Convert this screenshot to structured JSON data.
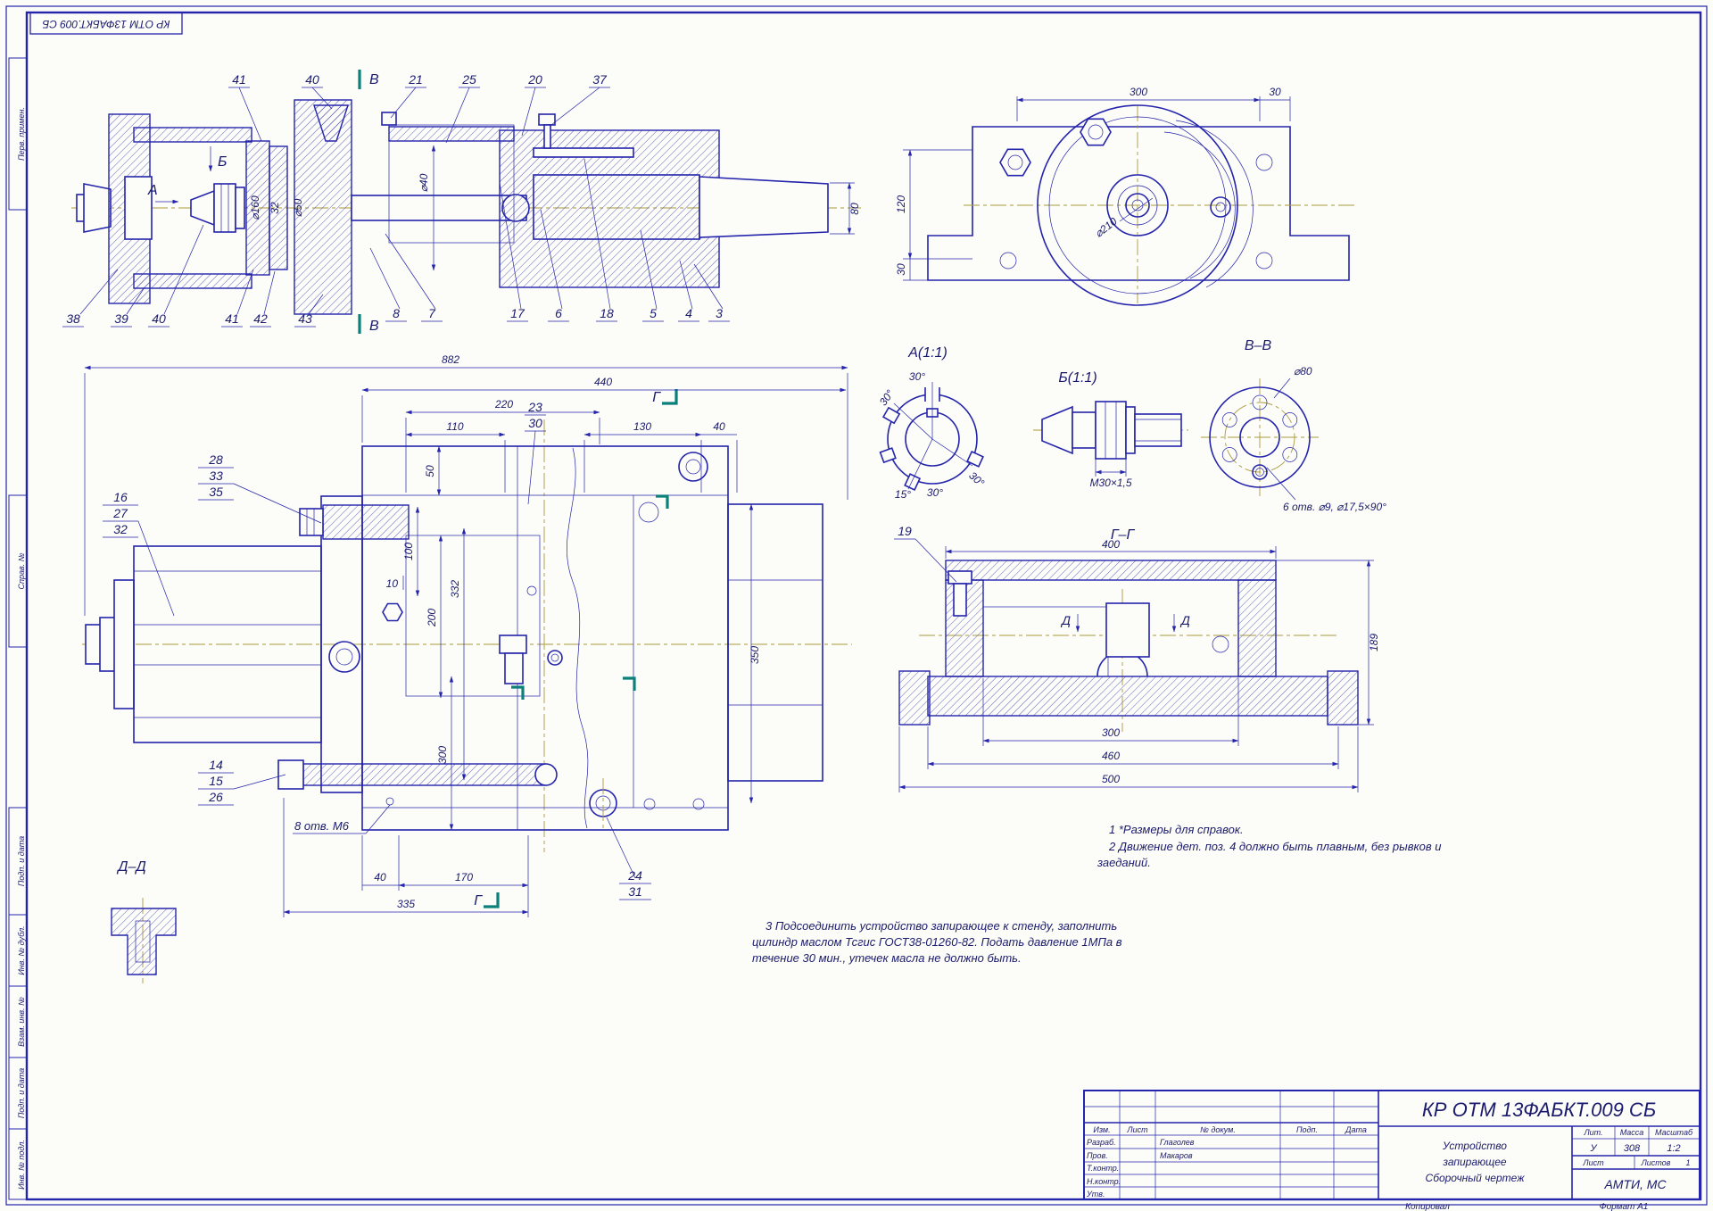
{
  "frame": {
    "corner_stamp": "КР ОТМ 13ФАБКТ.009 СБ",
    "side_stamps": {
      "perv": "Перв. примен.",
      "sprav": "Справ. №",
      "podp1": "Подп. и дата",
      "inv_dubl": "Инв. № дубл.",
      "vzam": "Взам. инв. №",
      "podp2": "Подп. и дата",
      "inv_podl": "Инв. № подл."
    }
  },
  "section_view": {
    "callouts_top": [
      "41",
      "40",
      "21",
      "25",
      "20",
      "37"
    ],
    "callouts_bottom": [
      "38",
      "39",
      "40",
      "41",
      "42",
      "43",
      "8",
      "7",
      "17",
      "6",
      "18",
      "5",
      "4",
      "3"
    ],
    "marker_a": "А",
    "marker_b": "Б",
    "marker_v": "В",
    "dim_d160": "⌀160",
    "dim_32": "32",
    "dim_d50": "⌀50",
    "dim_d40": "⌀40",
    "dim_80": "80"
  },
  "flange_view": {
    "dim_300": "300",
    "dim_30_top": "30",
    "dim_120": "120",
    "dim_30_left": "30",
    "dim_d210": "⌀210"
  },
  "assembly_view": {
    "dim_882": "882",
    "dim_440": "440",
    "dim_220": "220",
    "dim_110": "110",
    "dim_130": "130",
    "dim_40_top": "40",
    "dim_50": "50",
    "dim_100": "100",
    "dim_10": "10",
    "dim_200": "200",
    "dim_332": "332",
    "dim_300": "300",
    "dim_350": "350",
    "dim_40_bottom": "40",
    "dim_170": "170",
    "dim_335": "335",
    "pos_23": "23",
    "pos_30": "30",
    "pos_28": "28",
    "pos_33": "33",
    "pos_35": "35",
    "pos_16": "16",
    "pos_27": "27",
    "pos_32": "32",
    "pos_14": "14",
    "pos_15": "15",
    "pos_26": "26",
    "pos_24": "24",
    "pos_31": "31",
    "note_holes": "8 отв. М6",
    "marker_g": "Г"
  },
  "detail_a": {
    "title": "А(1:1)",
    "angle_top": "30°",
    "angle_left": "30°",
    "angle_b1": "15°",
    "angle_b2": "30°",
    "angle_b3": "30°"
  },
  "detail_b": {
    "title": "Б(1:1)",
    "dim_thread": "М30×1,5"
  },
  "view_vv": {
    "title": "В–В",
    "dim_d80": "⌀80",
    "note_holes": "6 отв. ⌀9, ⌀17,5×90°"
  },
  "view_gg": {
    "title": "Г–Г",
    "pos_19": "19",
    "marker_d": "Д",
    "dim_400": "400",
    "dim_189": "189",
    "dim_300": "300",
    "dim_460": "460",
    "dim_500": "500"
  },
  "detail_dd": {
    "title": "Д–Д"
  },
  "notes": {
    "line1": "1 *Размеры для справок.",
    "line2a": "2 Движение дет. поз. 4 должно быть плавным, без рывков и",
    "line2b": "заеданий.",
    "line3a": "3 Подсоединить устройство запирающее к стенду, заполнить",
    "line3b": "цилиндр маслом Тсгис ГОСТ38-01260-82. Подать давление 1МПа в",
    "line3c": "течение 30 мин., утечек масла не должно быть."
  },
  "title_block": {
    "doc_number": "КР ОТМ 13ФАБКТ.009 СБ",
    "name_line1": "Устройство",
    "name_line2": "запирающее",
    "name_line3": "Сборочный чертеж",
    "col_izm": "Изм.",
    "col_list": "Лист",
    "col_dokum": "№ докум.",
    "col_podp": "Подп.",
    "col_data": "Дата",
    "row1_label": "Разраб.",
    "row1_name": "Глаголев",
    "row2_label": "Пров.",
    "row2_name": "Макаров",
    "row3_label": "Т.контр.",
    "row4_label": "Н.контр.",
    "row5_label": "Утв.",
    "lit_label": "Лит.",
    "mass_label": "Масса",
    "scale_label": "Масштаб",
    "lit_value": "У",
    "mass_value": "308",
    "scale_value": "1:2",
    "sheet_label": "Лист",
    "sheets_label": "Листов",
    "sheets_value": "1",
    "org": "АМТИ, МС",
    "kopiroval": "Копировал",
    "format": "Формат А1"
  }
}
